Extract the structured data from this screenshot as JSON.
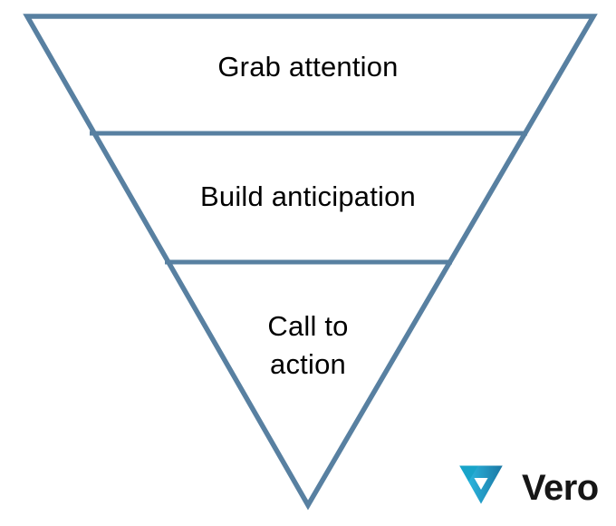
{
  "page": {
    "background": "#ffffff"
  },
  "diagram": {
    "type": "inverted-pyramid-funnel",
    "outline_color": "#5880a1",
    "text_color": "#000000",
    "sections": [
      {
        "order": 1,
        "label": "Grab attention"
      },
      {
        "order": 2,
        "label": "Build anticipation"
      },
      {
        "order": 3,
        "label": "Call to action"
      }
    ]
  },
  "brand": {
    "wordmark": "Vero",
    "wordmark_color": "#161616",
    "mark_colors": {
      "cyan": "#2ec5ec",
      "teal_fold": "#18a4c9",
      "blue": "#1b77a4"
    }
  }
}
